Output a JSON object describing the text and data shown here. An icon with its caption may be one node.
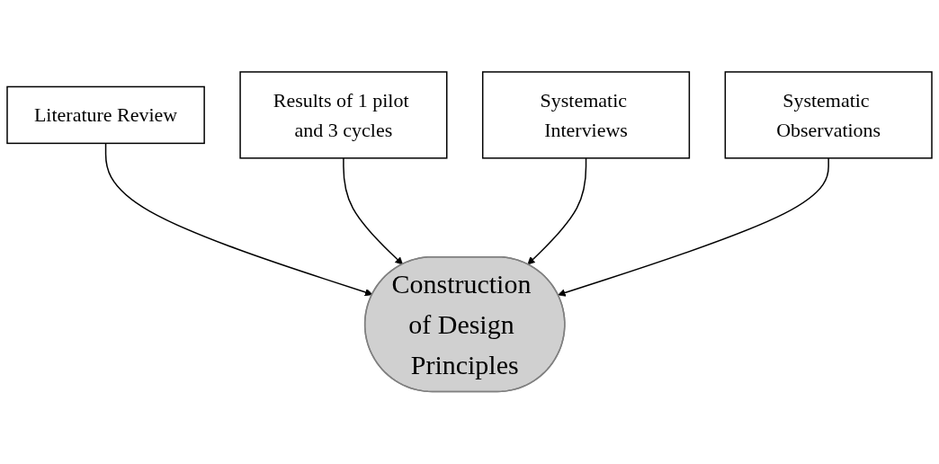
{
  "diagram": {
    "nodes": [
      {
        "text": [
          "Literature Review"
        ]
      },
      {
        "text": [
          "Results of 1 pilot and 3 cycles"
        ]
      },
      {
        "text": [
          "Systematic Interviews"
        ]
      },
      {
        "text": [
          "Systematic Observations"
        ]
      },
      {
        "text": [
          "Construction of Design Principles"
        ]
      }
    ],
    "edges": [
      {
        "from": 0,
        "to": 4,
        "arrow": "to"
      },
      {
        "from": 1,
        "to": 4,
        "arrow": "to"
      },
      {
        "from": 2,
        "to": 4,
        "arrow": "to"
      },
      {
        "from": 3,
        "to": 4,
        "arrow": "to"
      }
    ]
  }
}
